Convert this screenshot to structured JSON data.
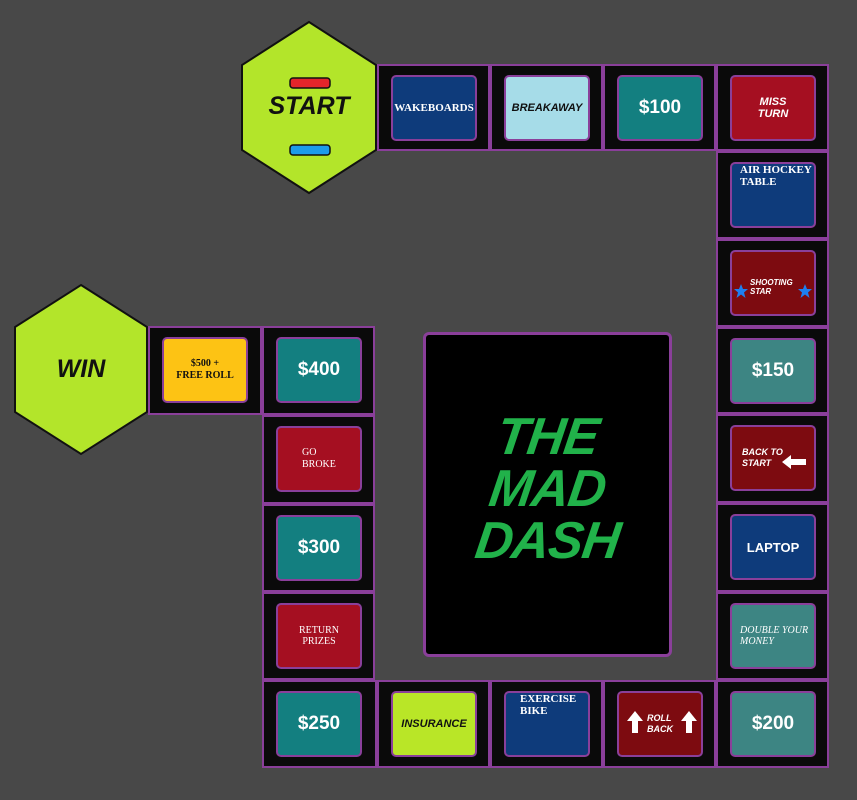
{
  "board": {
    "title_lines": [
      "THE",
      "MAD",
      "DASH"
    ],
    "start_label": "START",
    "win_label": "WIN"
  },
  "tiles": {
    "wakeboards": "WAKEBOARDS",
    "breakaway": "BREAKAWAY",
    "m100": "$100",
    "miss_turn_1": "MISS",
    "miss_turn_2": "TURN",
    "air_hockey_1": "AIR HOCKEY",
    "air_hockey_2": "TABLE",
    "shooting_star_1": "SHOOTING",
    "shooting_star_2": "STAR",
    "m150": "$150",
    "back_to_start_1": "BACK TO",
    "back_to_start_2": "START",
    "laptop": "LAPTOP",
    "double_money_1": "DOUBLE YOUR",
    "double_money_2": "MONEY",
    "m200": "$200",
    "roll_back_1": "ROLL",
    "roll_back_2": "BACK",
    "exercise_bike_1": "EXERCISE",
    "exercise_bike_2": "BIKE",
    "insurance": "INSURANCE",
    "m250": "$250",
    "return_prizes_1": "RETURN",
    "return_prizes_2": "PRIZES",
    "m300": "$300",
    "go_broke_1": "GO",
    "go_broke_2": "BROKE",
    "m400": "$400",
    "free_roll_1": "$500 +",
    "free_roll_2": "FREE ROLL"
  },
  "colors": {
    "background": "#484848",
    "cell": "#0a0a0a",
    "border": "#8a3f9a",
    "hex": "#b3e52a",
    "logo": "#21b24a"
  }
}
